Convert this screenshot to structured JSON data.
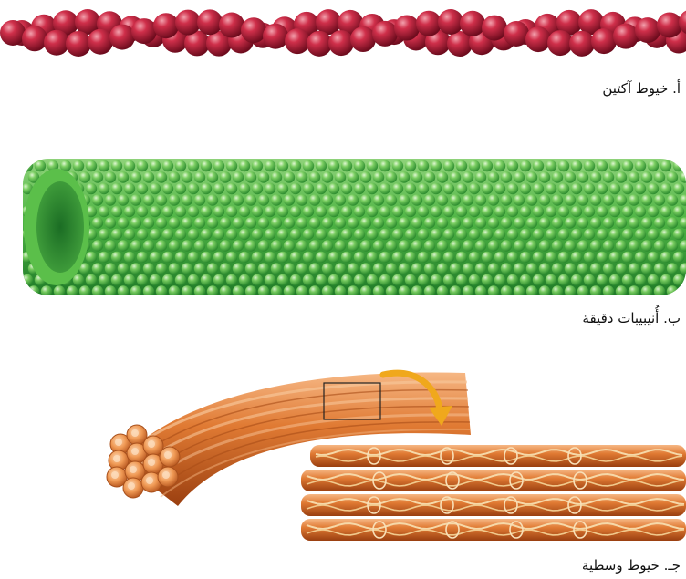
{
  "captions": {
    "actin": "أ. خيوط آكتين",
    "microtubules": "ب. أُنيبيبات دقيقة",
    "intermediate": "جـ. خيوط وسطية"
  },
  "colors": {
    "actin_bead": "#b8203a",
    "microtubule": "#3fa63a",
    "filament": "#d86a22",
    "arrow": "#f0a81c"
  },
  "icons": {
    "zoom_arrow": "curved-arrow-icon"
  }
}
